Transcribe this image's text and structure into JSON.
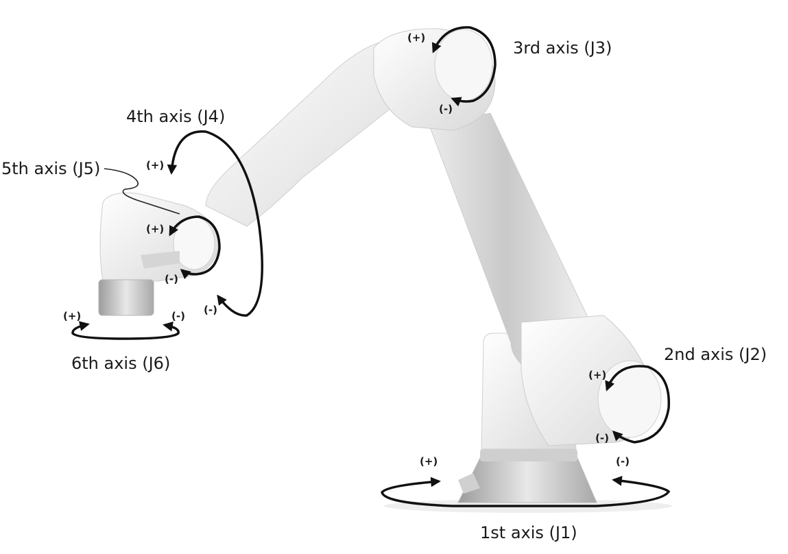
{
  "diagram": {
    "colors": {
      "arrow": "#111111",
      "robot_body": "#f2f2f2",
      "robot_shadow": "#d6d6d6",
      "metal": "#c8c8c8"
    },
    "axes": [
      {
        "id": "j1",
        "label": "1st axis (J1)",
        "plus": "(+)",
        "minus": "(-)"
      },
      {
        "id": "j2",
        "label": "2nd axis (J2)",
        "plus": "(+)",
        "minus": "(-)"
      },
      {
        "id": "j3",
        "label": "3rd axis (J3)",
        "plus": "(+)",
        "minus": "(-)"
      },
      {
        "id": "j4",
        "label": "4th axis (J4)",
        "plus": "(+)",
        "minus": "(-)"
      },
      {
        "id": "j5",
        "label": "5th axis (J5)",
        "plus": "(+)",
        "minus": "(-)"
      },
      {
        "id": "j6",
        "label": "6th axis (J6)",
        "plus": "(+)",
        "minus": "(-)"
      }
    ]
  }
}
